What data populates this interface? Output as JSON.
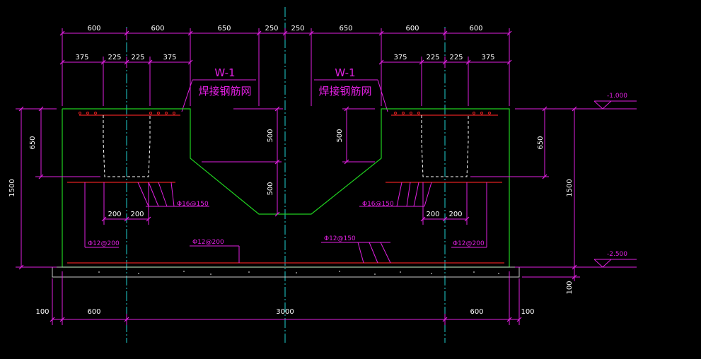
{
  "dims": {
    "top_outer": [
      "600",
      "600",
      "650",
      "250",
      "250",
      "650",
      "600",
      "600"
    ],
    "top_inner": [
      "375",
      "225",
      "225",
      "375",
      "375",
      "225",
      "225",
      "375"
    ],
    "bottom": [
      "100",
      "600",
      "3000",
      "600",
      "100"
    ],
    "depth_left": "650",
    "total_left": "1500",
    "depth_right": "650",
    "total_right": "1500",
    "pad": "100",
    "slope_upper": "500",
    "slope_lower": "500",
    "slope_right": "500",
    "bar_spacing_left": [
      "200",
      "200"
    ],
    "bar_spacing_right": [
      "200",
      "200"
    ]
  },
  "labels": {
    "mesh_id_left": "W-1",
    "mesh_name_left": "焊接钢筋网",
    "mesh_id_right": "W-1",
    "mesh_name_right": "焊接钢筋网",
    "rebar_left": "Φ16@150",
    "rebar_right": "Φ16@150",
    "bottom_bar_left": "Φ12@200",
    "bottom_bar_mid": "Φ12@200",
    "bottom_bar_mid_right": "Φ12@150",
    "bottom_bar_right": "Φ12@200"
  },
  "elevations": {
    "top": "-1.000",
    "bottom": "-2.500"
  }
}
